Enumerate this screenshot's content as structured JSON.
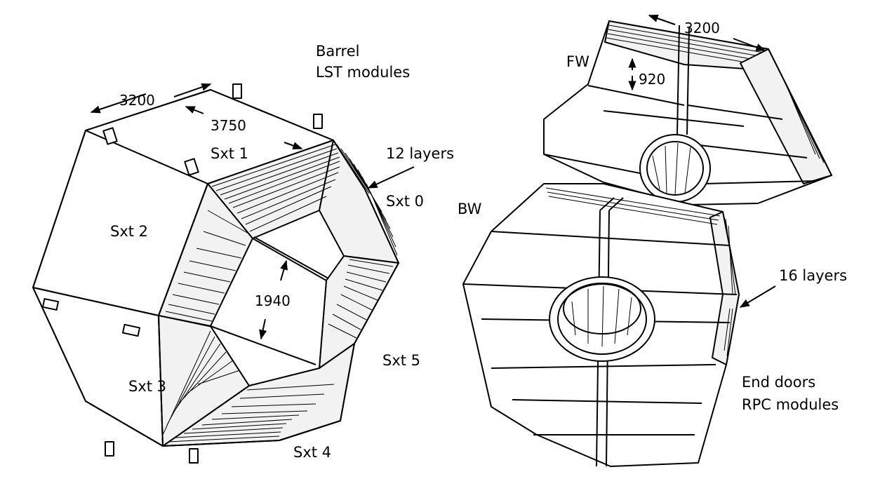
{
  "barrel": {
    "title_line1": "Barrel",
    "title_line2": "LST modules",
    "dim_length": "3200",
    "dim_width": "3750",
    "dim_gap": "1940",
    "layers": "12 layers",
    "sextants": [
      "Sxt 0",
      "Sxt 1",
      "Sxt 2",
      "Sxt 3",
      "Sxt 4",
      "Sxt 5"
    ]
  },
  "end_doors": {
    "title_line1": "End doors",
    "title_line2": "RPC modules",
    "dim_width": "3200",
    "dim_height": "920",
    "layers": "16 layers",
    "forward": "FW",
    "backward": "BW"
  }
}
